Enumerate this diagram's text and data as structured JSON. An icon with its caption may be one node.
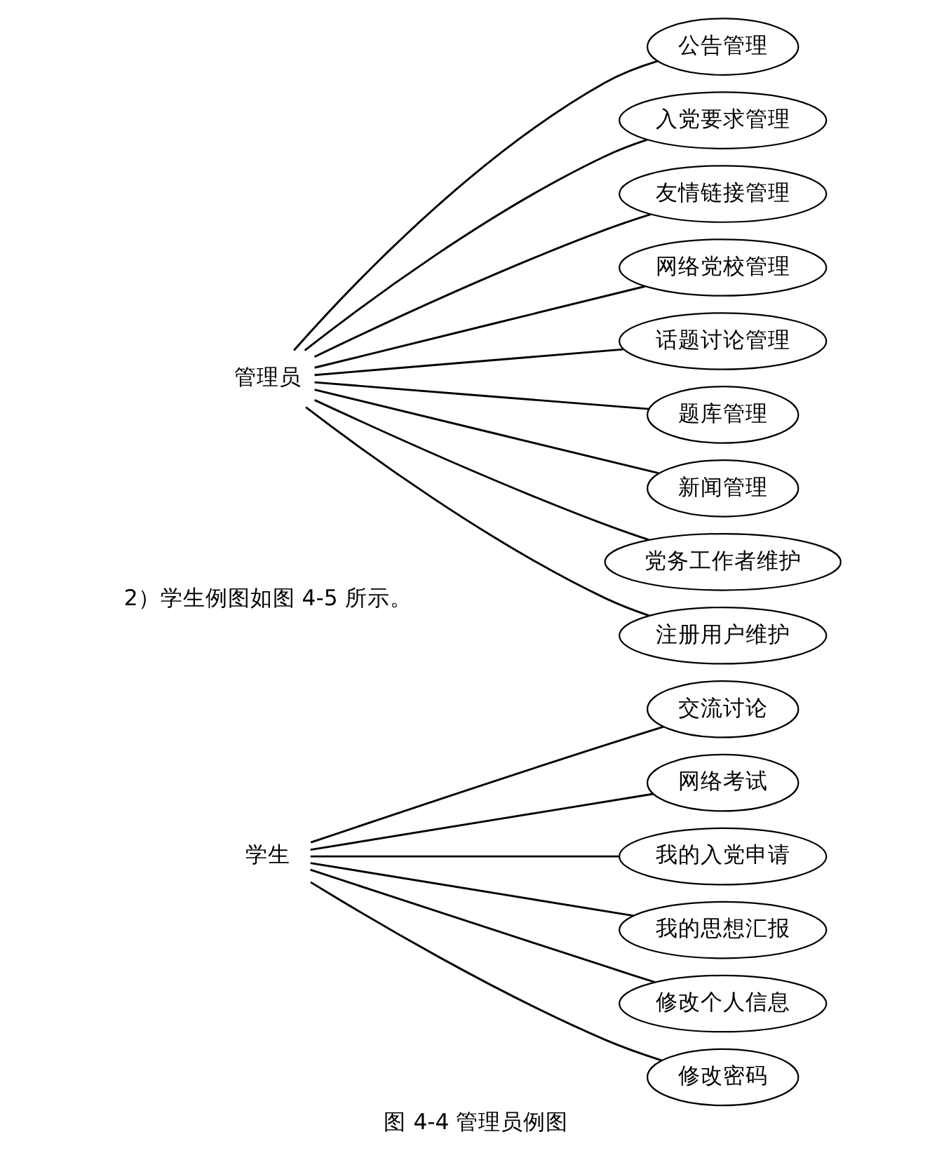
{
  "diagram": {
    "caption": "图 4-4 管理员例图",
    "nodes": [
      {
        "text": [
          "管理员"
        ]
      },
      {
        "text": [
          "公告管理"
        ]
      },
      {
        "text": [
          "入党要求管理"
        ]
      },
      {
        "text": [
          "友情链接管理"
        ]
      },
      {
        "text": [
          "网络党校管理"
        ]
      },
      {
        "text": [
          "话题讨论管理"
        ]
      },
      {
        "text": [
          "题库管理"
        ]
      },
      {
        "text": [
          "新闻管理"
        ]
      },
      {
        "text": [
          "党务工作者维护"
        ]
      },
      {
        "text": [
          "注册用户维护"
        ]
      },
      {
        "text": [
          "学生"
        ]
      },
      {
        "text": [
          "交流讨论"
        ]
      },
      {
        "text": [
          "网络考试"
        ]
      },
      {
        "text": [
          "我的入党申请"
        ]
      },
      {
        "text": [
          "我的思想汇报"
        ]
      },
      {
        "text": [
          "修改个人信息"
        ]
      },
      {
        "text": [
          "修改密码"
        ]
      }
    ],
    "edges": [
      {
        "from": 0,
        "to": 1,
        "arrow": "none"
      },
      {
        "from": 0,
        "to": 2,
        "arrow": "none"
      },
      {
        "from": 0,
        "to": 3,
        "arrow": "none"
      },
      {
        "from": 0,
        "to": 4,
        "arrow": "none"
      },
      {
        "from": 0,
        "to": 5,
        "arrow": "none"
      },
      {
        "from": 0,
        "to": 6,
        "arrow": "none"
      },
      {
        "from": 0,
        "to": 7,
        "arrow": "none"
      },
      {
        "from": 0,
        "to": 8,
        "arrow": "none"
      },
      {
        "from": 0,
        "to": 9,
        "arrow": "none"
      },
      {
        "from": 10,
        "to": 11,
        "arrow": "none"
      },
      {
        "from": 10,
        "to": 12,
        "arrow": "none"
      },
      {
        "from": 10,
        "to": 13,
        "arrow": "none"
      },
      {
        "from": 10,
        "to": 14,
        "arrow": "none"
      },
      {
        "from": 10,
        "to": 15,
        "arrow": "none"
      },
      {
        "from": 10,
        "to": 16,
        "arrow": "none"
      }
    ],
    "labels": [
      "2）学生例图如图 4-5 所示。"
    ]
  }
}
